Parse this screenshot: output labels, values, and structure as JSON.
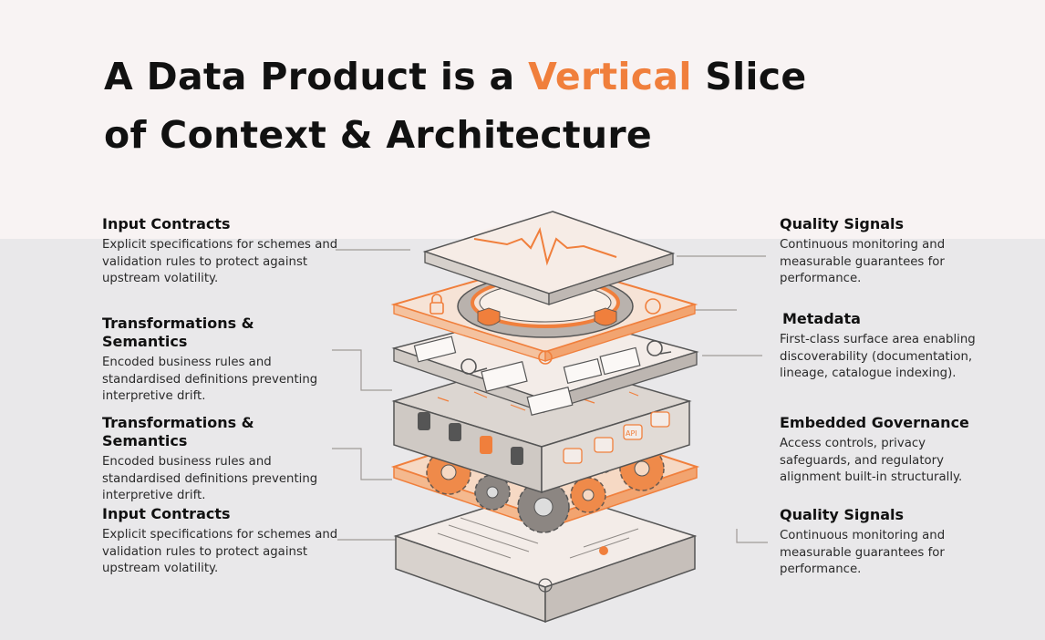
{
  "title": {
    "line1_prefix": "A Data Product is a ",
    "line1_accent": "Vertical",
    "line1_suffix": " Slice",
    "line2": "of Context & Architecture"
  },
  "left_blocks": [
    {
      "heading": "Input Contracts",
      "body": "Explicit specifications for schemes and validation rules to protect against upstream volatility."
    },
    {
      "heading": "Transformations & Semantics",
      "body": "Encoded business rules and standardised definitions preventing interpretive drift."
    },
    {
      "heading": "Transformations & Semantics",
      "body": "Encoded business rules and standardised definitions preventing interpretive drift."
    },
    {
      "heading": "Input Contracts",
      "body": "Explicit specifications for schemes and validation rules to protect against upstream volatility."
    }
  ],
  "right_blocks": [
    {
      "heading": "Quality Signals",
      "body": "Continuous monitoring and measurable guarantees for performance."
    },
    {
      "heading": "Metadata",
      "body": "First-class surface area enabling discoverability (documentation, lineage, catalogue indexing)."
    },
    {
      "heading": "Embedded Governance",
      "body": "Access controls, privacy safeguards, and regulatory alignment built-in structurally."
    },
    {
      "heading": "Quality Signals",
      "body": "Continuous monitoring and measurable guarantees for performance."
    }
  ],
  "diagram": {
    "api_label": "API",
    "colors": {
      "accent": "#f07f3c",
      "line": "#555555",
      "panel": "#f3ece8",
      "dark_panel": "#cfcac6",
      "background_top": "#f8f3f3",
      "background_bottom": "#e9e8ea"
    }
  }
}
